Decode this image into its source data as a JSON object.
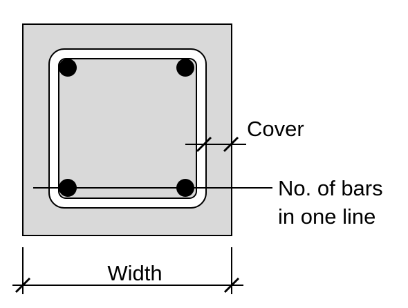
{
  "diagram": {
    "labels": {
      "cover": "Cover",
      "bars_line1": "No. of bars",
      "bars_line2": "in one line",
      "width": "Width"
    },
    "colors": {
      "concrete_fill": "#d9d9d9",
      "outline": "#000000",
      "stirrup_fill": "#ffffff",
      "bar_fill": "#000000",
      "background": "#ffffff"
    },
    "rebar_count": 4
  }
}
